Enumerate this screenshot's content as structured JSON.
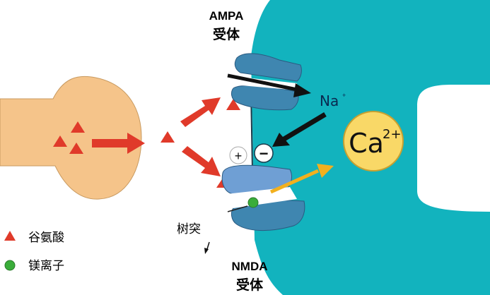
{
  "labels": {
    "ampa_name": "AMPA",
    "ampa_sub": "受体",
    "nmda_name": "NMDA",
    "nmda_sub": "受体",
    "sodium": "Na",
    "sodium_sup": "+",
    "calcium": "Ca",
    "calcium_sup": "2+",
    "plus": "+",
    "minus": "−",
    "dendrite": "树突"
  },
  "legend": [
    {
      "label": "谷氨酸",
      "color": "#e03a2a",
      "icon": "triangle-icon"
    },
    {
      "label": "镁离子",
      "color": "#3aad3a",
      "icon": "circle-icon"
    }
  ],
  "colors": {
    "dendrite": "#12b3be",
    "presynaptic": "#f5c48a",
    "receptor": "#3f86b0",
    "receptor_light": "#6f9fd4",
    "glutamate": "#e03a2a",
    "calcium": "#f9d867",
    "arrow_ca": "#f2b01e"
  }
}
